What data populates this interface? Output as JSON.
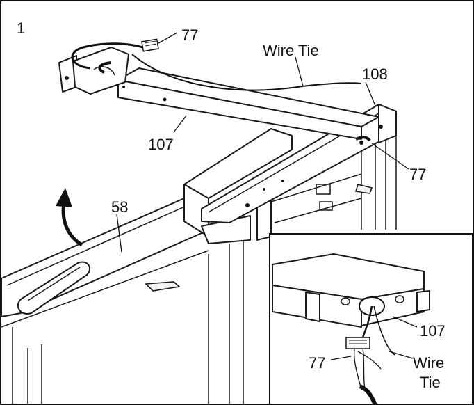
{
  "step_number": "1",
  "labels": {
    "connector_top": "77",
    "wire_tie_top": "Wire Tie",
    "frame_right": "108",
    "crossbar": "107",
    "connector_right": "77",
    "upright": "58"
  },
  "inset": {
    "bracket": "107",
    "connector": "77",
    "wire_tie_line1": "Wire",
    "wire_tie_line2": "Tie"
  }
}
